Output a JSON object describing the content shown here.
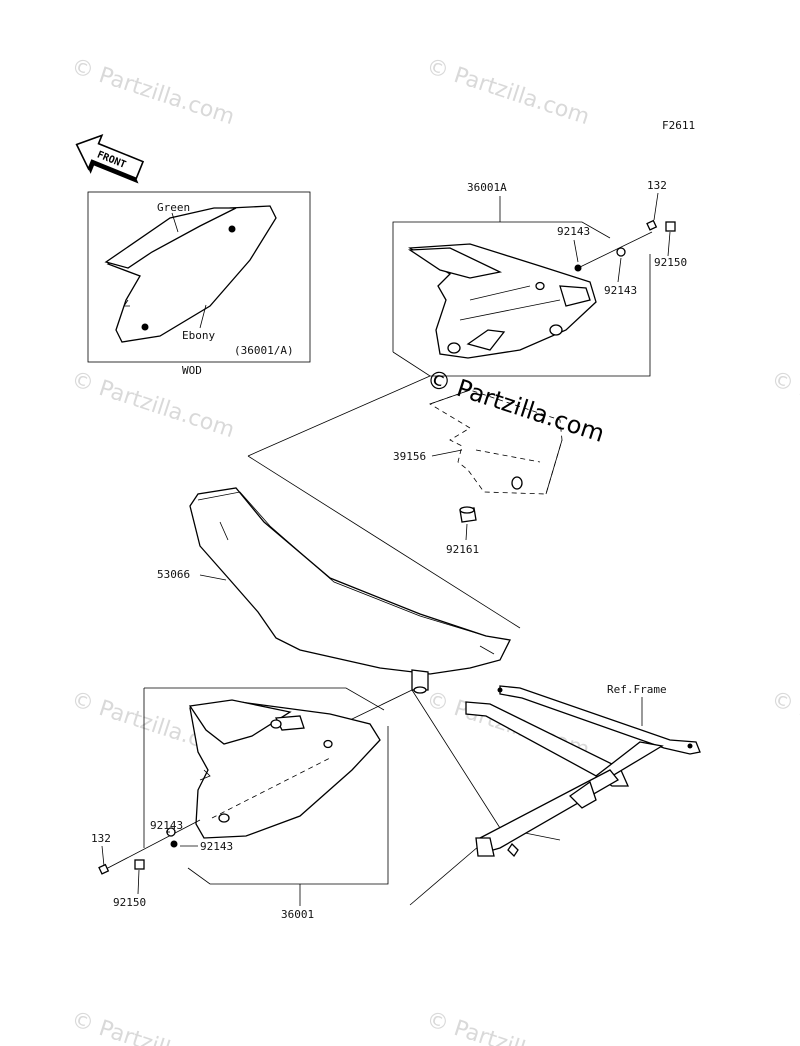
{
  "diagram": {
    "figure_code": "F2611",
    "front_arrow": "FRONT",
    "watermarks": [
      "© Partzilla.com",
      "© Partzilla.com",
      "© Partzilla.com",
      "© Partzilla.com",
      "© Partzilla.com",
      "© Partzilla.com",
      "© Partzilla.com",
      "© Partzilla.com",
      "© Partzilla.com"
    ],
    "watermark_center": "© Partzilla.com",
    "inset": {
      "color_top": "Green",
      "color_bottom": "Ebony",
      "part_ref": "(36001/A)",
      "caption": "WOD"
    },
    "labels": {
      "p36001A": "36001A",
      "p132_top": "132",
      "p92143_top_a": "92143",
      "p92150_top": "92150",
      "p92143_top_b": "92143",
      "p39156": "39156",
      "p92161": "92161",
      "p53066": "53066",
      "ref_frame": "Ref.Frame",
      "p92143_bot_a": "92143",
      "p132_bot": "132",
      "p92143_bot_b": "92143",
      "p92150_bot": "92150",
      "p36001": "36001"
    },
    "icons": {
      "front": "front-arrow-icon"
    }
  }
}
